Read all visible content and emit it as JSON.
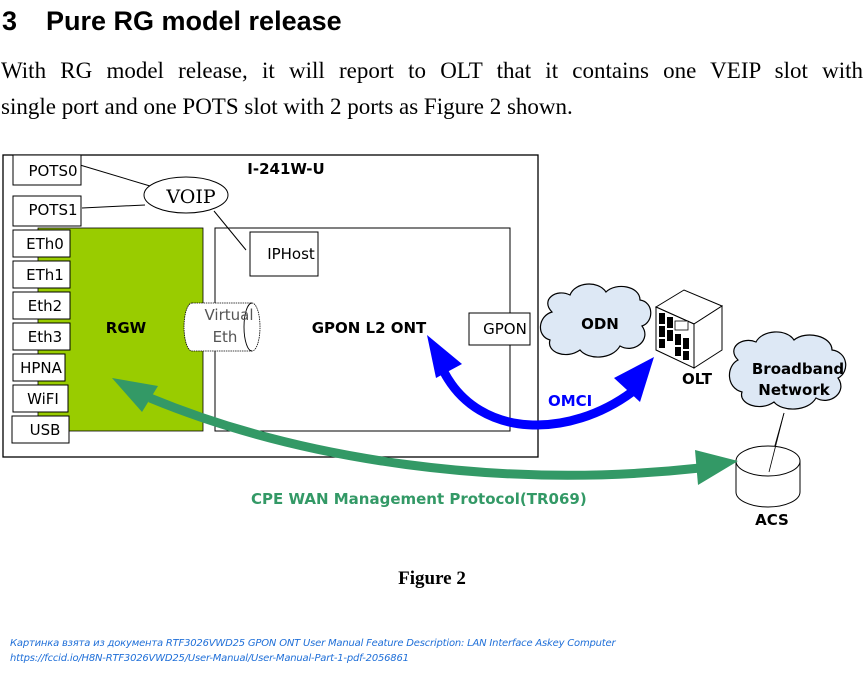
{
  "section": {
    "number": "3",
    "title": "Pure RG model release"
  },
  "paragraph": {
    "line1": "With RG model release, it will report to OLT that it contains one VEIP slot with",
    "line2": "single port and one POTS slot with 2 ports as Figure 2 shown."
  },
  "diagram": {
    "device_title": "I-241W-U",
    "voip_label": "VOIP",
    "pots_ports": [
      "POTS0",
      "POTS1"
    ],
    "lan_ports": [
      "ETh0",
      "ETh1",
      "Eth2",
      "Eth3",
      "HPNA",
      "WiFI",
      "USB"
    ],
    "rgw_label": "RGW",
    "virtual_eth_label": [
      "Virtual",
      "Eth"
    ],
    "iphost_label": "IPHost",
    "ont_label": "GPON L2 ONT",
    "gpon_label": "GPON",
    "odn_label": "ODN",
    "olt_label": "OLT",
    "broadband_label": [
      "Broadband",
      "Network"
    ],
    "acs_label": "ACS",
    "omci_label": "OMCI",
    "cwmp_label": "CPE WAN Management Protocol(TR069)",
    "colors": {
      "rgw_green": "#99cc00",
      "cwmp_arrow": "#339966",
      "omci_arrow": "#0000ff",
      "cloud_fill": "#dde8f5"
    }
  },
  "caption": "Figure 2",
  "credit": {
    "line1": "Картинка взята из документа RTF3026VWD25 GPON ONT User Manual Feature Description: LAN Interface Askey Computer",
    "line2": "https://fccid.io/H8N-RTF3026VWD25/User-Manual/User-Manual-Part-1-pdf-2056861"
  }
}
